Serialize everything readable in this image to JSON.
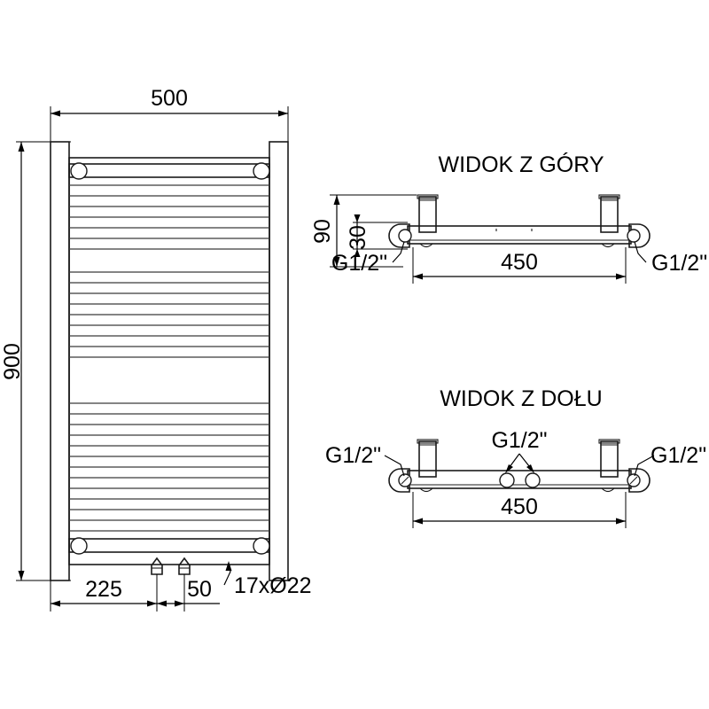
{
  "drawing": {
    "type": "technical-drawing",
    "subject": "towel-radiator",
    "units": "mm",
    "background_color": "#ffffff",
    "line_color": "#1a1a1a",
    "text_color": "#000000"
  },
  "front_view": {
    "width_label": "500",
    "height_label": "900",
    "offset_label": "225",
    "spacing_label": "50",
    "rung_note": "17xØ22"
  },
  "top_view": {
    "title": "WIDOK Z GÓRY",
    "depth_label": "90",
    "inner_label": "30",
    "span_label": "450",
    "thread_left": "G1/2\"",
    "thread_right": "G1/2\""
  },
  "bottom_view": {
    "title": "WIDOK Z DOŁU",
    "span_label": "450",
    "thread_left": "G1/2\"",
    "thread_center": "G1/2\"",
    "thread_right": "G1/2\""
  }
}
